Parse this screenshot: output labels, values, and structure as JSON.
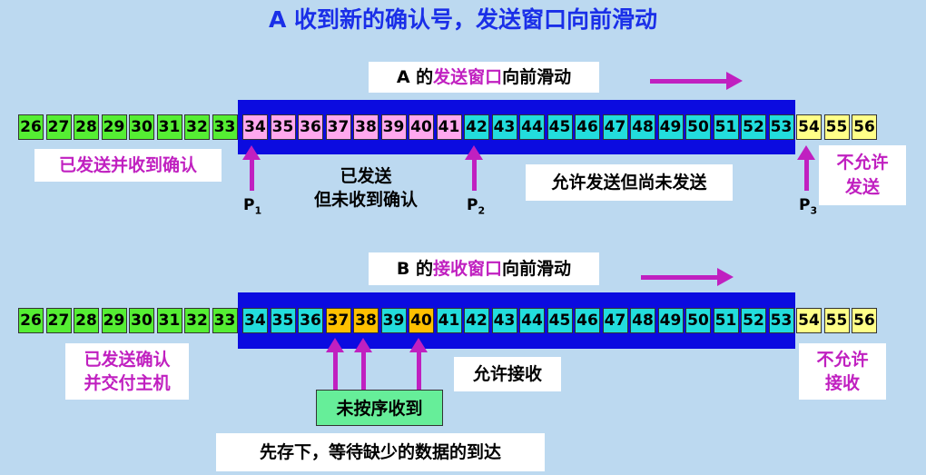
{
  "title": "A 收到新的确认号，发送窗口向前滑动",
  "colors": {
    "background": "#bcd9f0",
    "window": "#0b0be0",
    "acked": "#55ee33",
    "sent_unacked": "#ffa8ee",
    "allowed": "#22dddd",
    "not_allowed": "#ffff88",
    "out_of_order": "#ffc000",
    "accent": "#c020c0",
    "title": "#1a2fe8"
  },
  "sender": {
    "heading_prefix": "A 的",
    "heading_highlight": "发送窗口",
    "heading_suffix": "向前滑动",
    "seq_start": 26,
    "seq_end": 56,
    "label_acked": "已发送并收到确认",
    "label_sent_unacked_line1": "已发送",
    "label_sent_unacked_line2": "但未收到确认",
    "label_allowed": "允许发送但尚未发送",
    "label_not_allowed_line1": "不允许",
    "label_not_allowed_line2": "发送",
    "pointers": [
      {
        "name": "P",
        "sub": "1"
      },
      {
        "name": "P",
        "sub": "2"
      },
      {
        "name": "P",
        "sub": "3"
      }
    ]
  },
  "receiver": {
    "heading_prefix": "B 的",
    "heading_highlight": "接收窗口",
    "heading_suffix": "向前滑动",
    "label_delivered_line1": "已发送确认",
    "label_delivered_line2": "并交付主机",
    "label_allowed": "允许接收",
    "label_not_allowed_line1": "不允许",
    "label_not_allowed_line2": "接收",
    "label_out_of_order": "未按序收到",
    "label_note": "先存下，等待缺少的数据的到达"
  },
  "sender_cells": [
    {
      "n": "26",
      "state": "acked"
    },
    {
      "n": "27",
      "state": "acked"
    },
    {
      "n": "28",
      "state": "acked"
    },
    {
      "n": "29",
      "state": "acked"
    },
    {
      "n": "30",
      "state": "acked"
    },
    {
      "n": "31",
      "state": "acked"
    },
    {
      "n": "32",
      "state": "acked"
    },
    {
      "n": "33",
      "state": "acked"
    },
    {
      "n": "34",
      "state": "sent_unacked"
    },
    {
      "n": "35",
      "state": "sent_unacked"
    },
    {
      "n": "36",
      "state": "sent_unacked"
    },
    {
      "n": "37",
      "state": "sent_unacked"
    },
    {
      "n": "38",
      "state": "sent_unacked"
    },
    {
      "n": "39",
      "state": "sent_unacked"
    },
    {
      "n": "40",
      "state": "sent_unacked"
    },
    {
      "n": "41",
      "state": "sent_unacked"
    },
    {
      "n": "42",
      "state": "allowed"
    },
    {
      "n": "43",
      "state": "allowed"
    },
    {
      "n": "44",
      "state": "allowed"
    },
    {
      "n": "45",
      "state": "allowed"
    },
    {
      "n": "46",
      "state": "allowed"
    },
    {
      "n": "47",
      "state": "allowed"
    },
    {
      "n": "48",
      "state": "allowed"
    },
    {
      "n": "49",
      "state": "allowed"
    },
    {
      "n": "50",
      "state": "allowed"
    },
    {
      "n": "51",
      "state": "allowed"
    },
    {
      "n": "52",
      "state": "allowed"
    },
    {
      "n": "53",
      "state": "allowed"
    },
    {
      "n": "54",
      "state": "not_allowed"
    },
    {
      "n": "55",
      "state": "not_allowed"
    },
    {
      "n": "56",
      "state": "not_allowed"
    }
  ],
  "receiver_cells": [
    {
      "n": "26",
      "state": "acked"
    },
    {
      "n": "27",
      "state": "acked"
    },
    {
      "n": "28",
      "state": "acked"
    },
    {
      "n": "29",
      "state": "acked"
    },
    {
      "n": "30",
      "state": "acked"
    },
    {
      "n": "31",
      "state": "acked"
    },
    {
      "n": "32",
      "state": "acked"
    },
    {
      "n": "33",
      "state": "acked"
    },
    {
      "n": "34",
      "state": "allowed"
    },
    {
      "n": "35",
      "state": "allowed"
    },
    {
      "n": "36",
      "state": "allowed"
    },
    {
      "n": "37",
      "state": "out_of_order"
    },
    {
      "n": "38",
      "state": "out_of_order"
    },
    {
      "n": "39",
      "state": "allowed"
    },
    {
      "n": "40",
      "state": "out_of_order"
    },
    {
      "n": "41",
      "state": "allowed"
    },
    {
      "n": "42",
      "state": "allowed"
    },
    {
      "n": "43",
      "state": "allowed"
    },
    {
      "n": "44",
      "state": "allowed"
    },
    {
      "n": "45",
      "state": "allowed"
    },
    {
      "n": "46",
      "state": "allowed"
    },
    {
      "n": "47",
      "state": "allowed"
    },
    {
      "n": "48",
      "state": "allowed"
    },
    {
      "n": "49",
      "state": "allowed"
    },
    {
      "n": "50",
      "state": "allowed"
    },
    {
      "n": "51",
      "state": "allowed"
    },
    {
      "n": "52",
      "state": "allowed"
    },
    {
      "n": "53",
      "state": "allowed"
    },
    {
      "n": "54",
      "state": "not_allowed"
    },
    {
      "n": "55",
      "state": "not_allowed"
    },
    {
      "n": "56",
      "state": "not_allowed"
    }
  ]
}
